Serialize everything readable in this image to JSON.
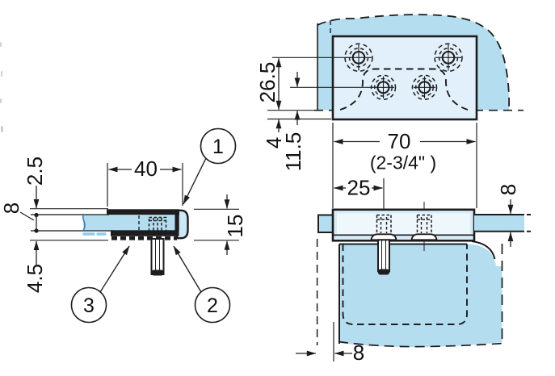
{
  "meta": {
    "drawing_title": "glass-door-hinge-technical-drawing",
    "units": "mm"
  },
  "colors": {
    "line": "#1d1d1f",
    "glass": "#b5ddf0",
    "plate": "#e1f0fa",
    "bar_fill": "#d7ebf7",
    "bar_inner": "#eef7fc",
    "nose_fill": "#cde8f5"
  },
  "side_view": {
    "dim_plate_lip": "2.5",
    "dim_glass_thickness": "8",
    "dim_pad_thickness": "4.5",
    "dim_clamp_width": "40",
    "dim_clamp_height": "15",
    "callout_1": "1",
    "callout_2": "2",
    "callout_3": "3"
  },
  "top_view": {
    "dim_hole_row_offset": "26.5",
    "dim_lower_hole_offset": "11.5",
    "dim_edge_margin": "4",
    "dim_plate_width_mm": "70",
    "dim_plate_width_in": "(2-3/4\" )",
    "dim_hole_pitch": "25"
  },
  "front_view": {
    "dim_glass_thickness": "8",
    "dim_door_offset": "8"
  }
}
